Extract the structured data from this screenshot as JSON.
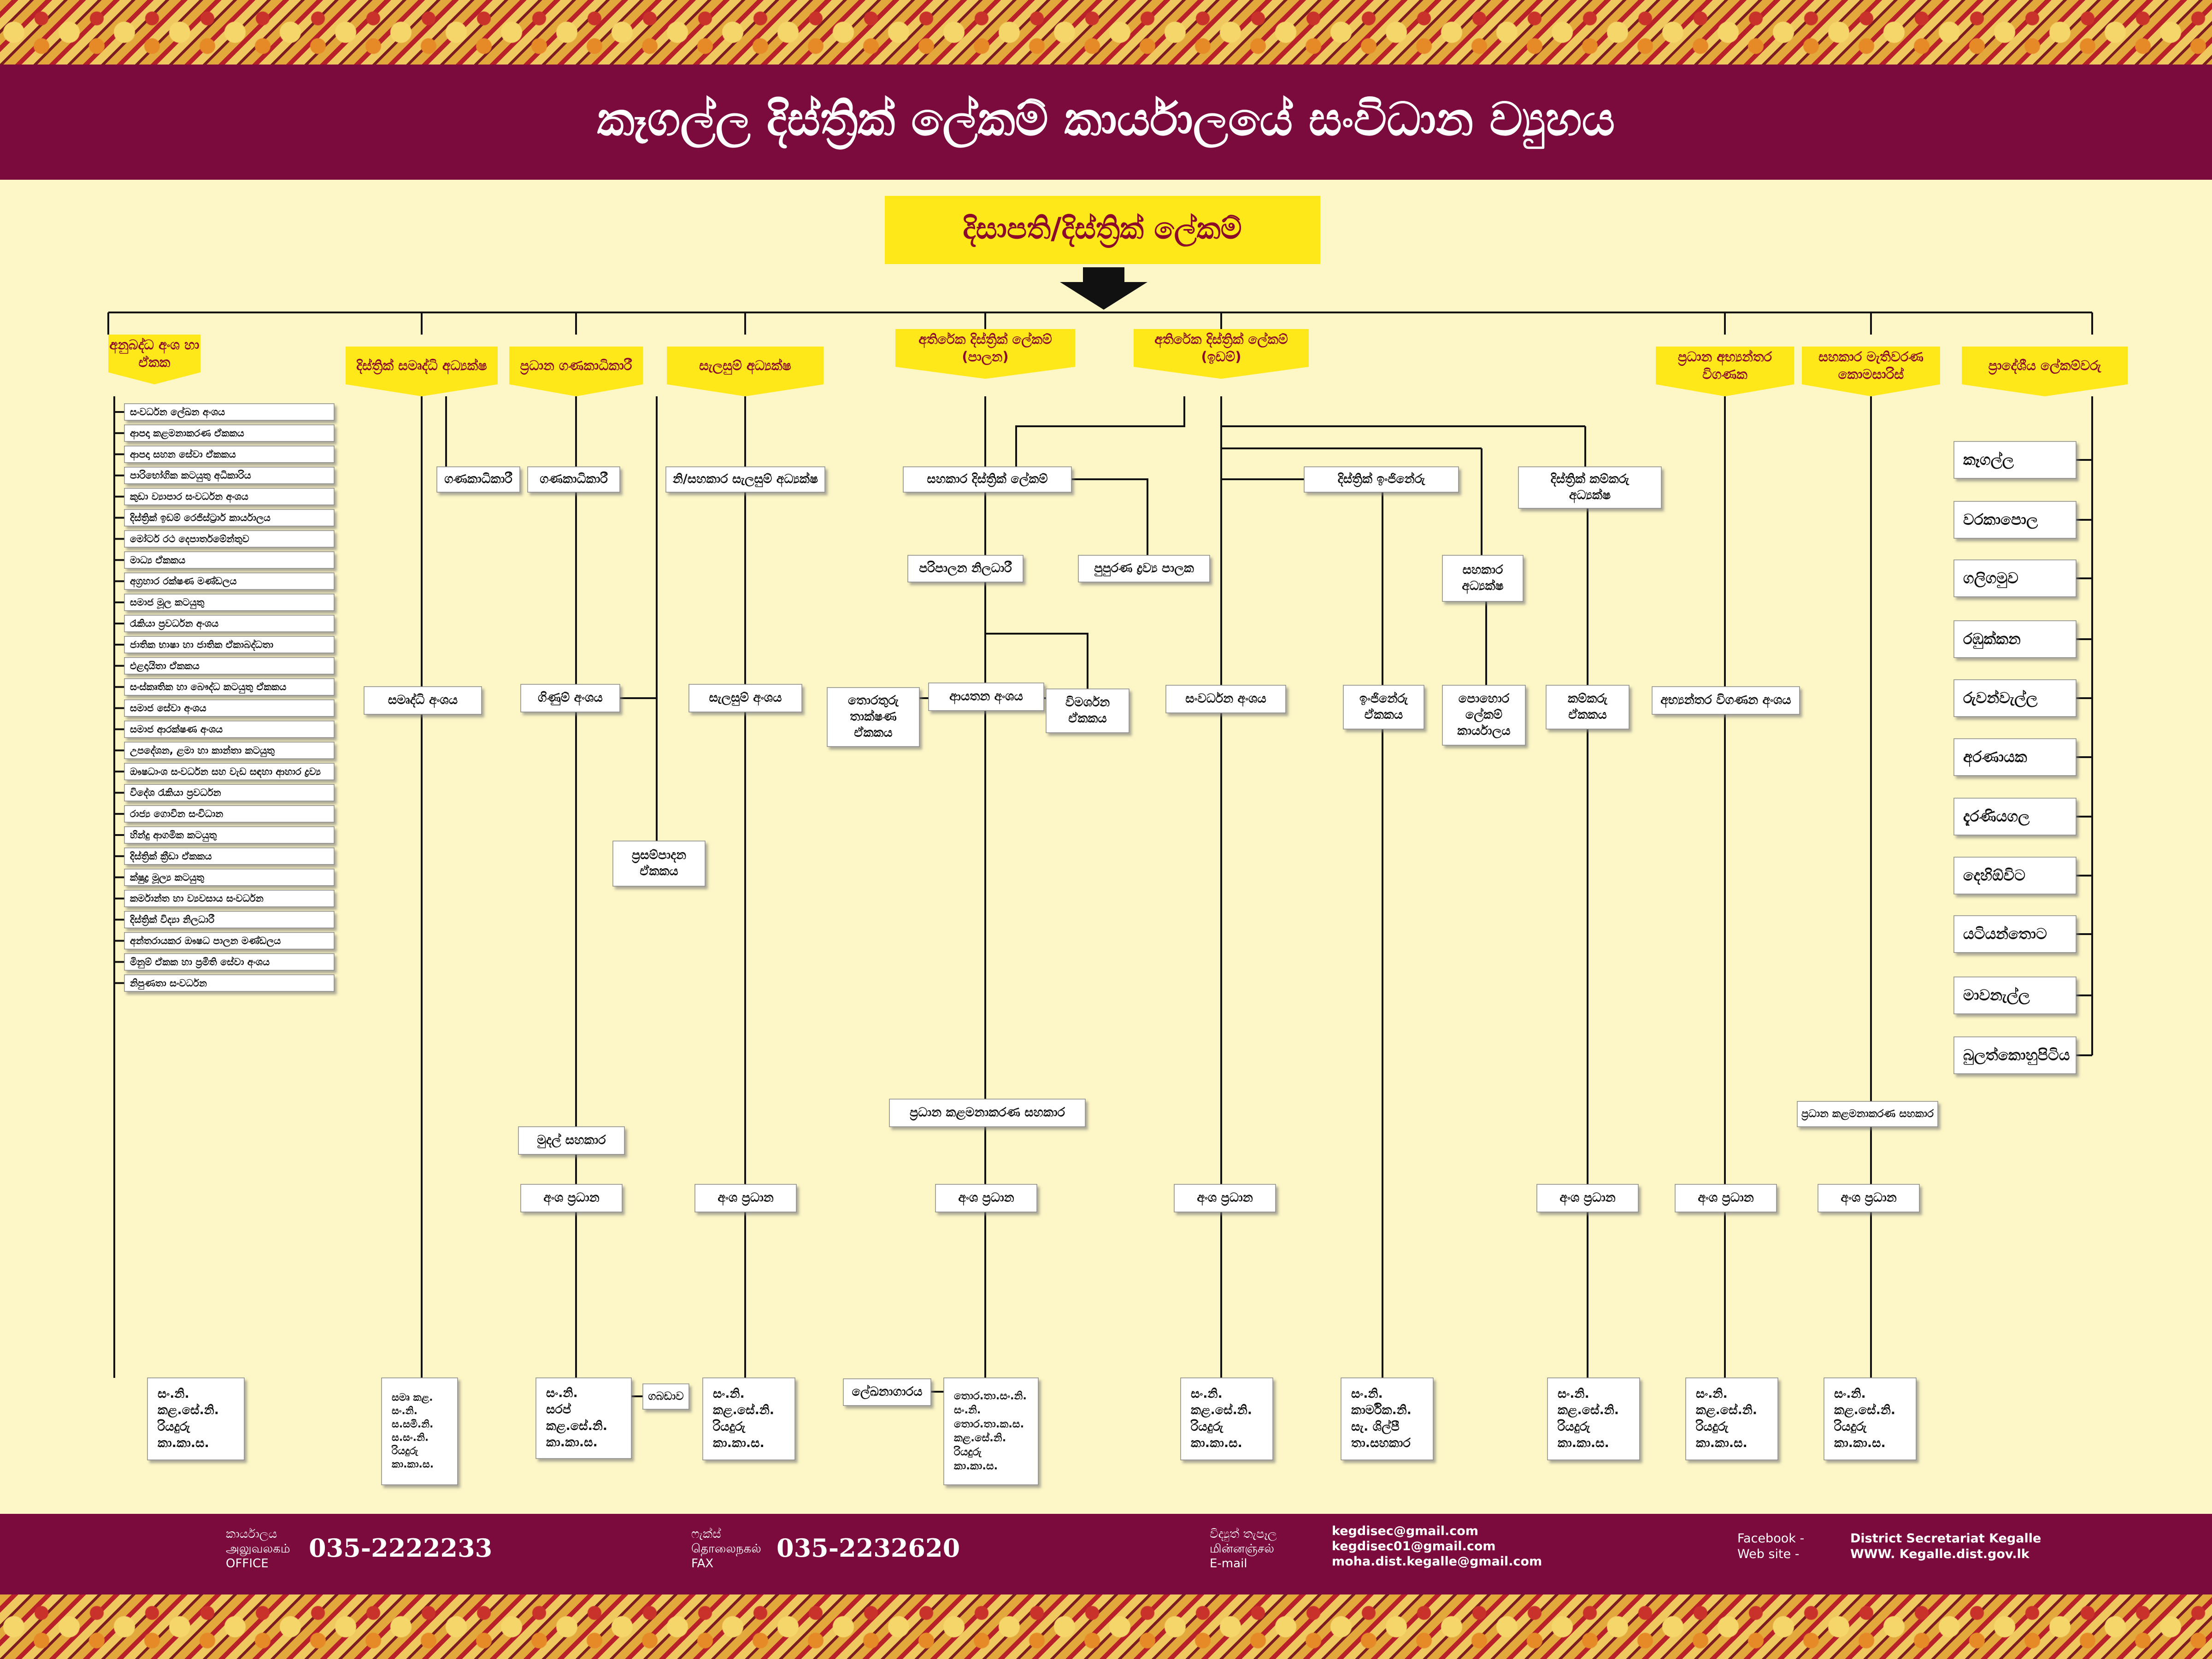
{
  "title": "කෑගල්ල දිස්ත්‍රික් ලේකම් කාර්යාලයේ සංවිධාන ව්‍යුහය",
  "top_box": "දිසාපති/දිස්ත්‍රික් ලේකම්",
  "heads": {
    "annex": [
      "අනුබද්ධ අංශ හා",
      "ඒකක"
    ],
    "samurdhi_dir": [
      "දිස්ත්‍රික් සමෘද්ධි අධ්‍යක්ෂ"
    ],
    "chief_acct": [
      "ප්‍රධාන ගණකාධිකාරී"
    ],
    "planning_dir": [
      "සැලසුම් අධ්‍යක්ෂ"
    ],
    "add_admin": [
      "අතිරේක දිස්ත්‍රික් ලේකම්",
      "(පාලන)"
    ],
    "add_land": [
      "අතිරේක දිස්ත්‍රික් ලේකම්",
      "(ඉඩම්)"
    ],
    "internal_audit": [
      "ප්‍රධාන අභ්‍යන්තර",
      "විගණක"
    ],
    "elections": [
      "සහකාර මැතිවරණ",
      "කොමසාරිස්"
    ],
    "divisional": [
      "ප්‍රාදේශීය ලේකම්වරු"
    ]
  },
  "annex_units": [
    "සංවර්ධන ලේඛන අංශය",
    "ආපදා කළමනාකරණ ඒකකය",
    "ආපදා සහන සේවා ඒකකය",
    "පාරිභෝගික කටයුතු අධිකාරිය",
    "කුඩා ව්‍යාපාර සංවර්ධන අංශය",
    "දිස්ත්‍රික් ඉඩම් රෙජිස්ට්‍රාර් කාර්යාලය",
    "මෝටර් රථ දෙපාර්තමේන්තුව",
    "මාධ්‍ය ඒකකය",
    "අග්‍රහාර රක්ෂණ මණ්ඩලය",
    "සමාජ මූල කටයුතු",
    "රැකියා ප්‍රවර්ධන අංශය",
    "ජාතික භාෂා හා ජාතික ඒකාබද්ධතා",
    "එළදායිතා ඒකකය",
    "සංස්කෘතික හා බෞද්ධ කටයුතු ඒකකය",
    "සමාජ සේවා අංශය",
    "සමාජ ආරක්ෂණ අංශය",
    "උපදේශන, ළමා හා කාන්තා කටයුතු",
    "ඖෂධාංශ සංවර්ධන සහ වැඩ සඳහා ආහාර ද්‍රව්‍ය",
    "විදේශ රැකියා ප්‍රවර්ධන",
    "රාජ්‍ය ගොවින සංවිධාන",
    "හින්දු ආගමික කටයුතු",
    "දිස්ත්‍රික් ක්‍රීඩා ඒකකය",
    "ක්ෂුද්‍ර මූල්‍ය කටයුතු",
    "කර්මාන්ත හා ව්‍යවසාය සංවර්ධන",
    "දිස්ත්‍රික් විද්‍යා නිලධාරී",
    "අන්තරායකර ඖෂධ පාලන මණ්ඩලය",
    "මිනුම් ඒකක හා ප්‍රමිති සේවා අංශය",
    "නිපුණතා සංවර්ධන"
  ],
  "divisions": [
    "කෑගල්ල",
    "වරකාපොල",
    "ගලිගමුව",
    "රඹුක්කන",
    "රුවන්වැල්ල",
    "අරණායක",
    "දැරණියගල",
    "දෙහිඕවිට",
    "යටියන්තොට",
    "මාවනැල්ල",
    "බුලත්කොහුපිටිය"
  ],
  "boxes": {
    "ganakadhikari_1": "ගණකාධිකාරී",
    "ganakadhikari_2": "ගණකාධිකාරී",
    "asst_planning": "නි/සහකාර සැලසුම් අධ්‍යක්ෂ",
    "asst_ds": "සහකාර දිස්ත්‍රික් ලේකම්",
    "admin_officer": "පරිපාලන නිලධාරී",
    "stores_admin": "පුපුරණ ද්‍රව්‍ය පාලක",
    "dist_engineer": "දිස්ත්‍රික් ඉංජිනේරු",
    "labour_dir": [
      "දිස්ත්‍රික් කම්කරු",
      "අධ්‍යක්ෂ"
    ],
    "asst_dir": [
      "සහකාර",
      "අධ්‍යක්ෂ"
    ],
    "samurdhi_div": "සමෘද්ධි අංශය",
    "accounts_div": "ගිණුම් අංශය",
    "planning_div": "සැලසුම් අංශය",
    "it_unit": [
      "තොරතුරු",
      "තාක්ෂණ",
      "ඒකකය"
    ],
    "establishment_div": "ආයතන අංශය",
    "inquiry_unit": [
      "විමර්ශන",
      "ඒකකය"
    ],
    "development_div": "සංවර්ධන අංශය",
    "engineering_unit": [
      "ඉංජිනේරු",
      "ඒකකය"
    ],
    "pohora_office": [
      "පොහොර",
      "ලේකම්",
      "කාර්යාලය"
    ],
    "labour_unit": [
      "කම්කරු",
      "ඒකකය"
    ],
    "internal_audit_div": "අභ්‍යන්තර විගණන අංශය",
    "procurement_unit": [
      "ප්‍රසම්පාදන",
      "ඒකකය"
    ],
    "cash_asst": "මුදල් සහකාර",
    "mgmt_asst_1": "ප්‍රධාන කළමනාකරණ සහකාර",
    "mgmt_asst_2": "ප්‍රධාන කළමනාකරණ සහකාර",
    "div_head": "අංශ ප්‍රධාන",
    "storekeeper": "ගබඩාව",
    "typist": "ලේඛනාගාරය"
  },
  "staff": {
    "annex": [
      "සං.නි.",
      "කළ.සේ.නි.",
      "රියදුරු",
      "කා.කා.ස."
    ],
    "samurdhi": [
      "සමෘ කළ.",
      "සං.නි.",
      "ස.සමි.නි.",
      "ස.සං.නි.",
      "රියදුරු",
      "කා.කා.ස."
    ],
    "accounts": [
      "සං.නි.",
      "සරප්",
      "කළ.සේ.නි.",
      "කා.කා.ස."
    ],
    "planning": [
      "සං.නි.",
      "කළ.සේ.නි.",
      "රියදුරු",
      "කා.කා.ස."
    ],
    "admin": [
      "තොර.තා.සං.නි.",
      "සං.නි.",
      "තොර.තා.ක.ස.",
      "කළ.සේ.නි.",
      "රියදුරු",
      "කා.කා.ස."
    ],
    "land": [
      "සං.නි.",
      "කළ.සේ.නි.",
      "රියදුරු",
      "කා.කා.ස."
    ],
    "engineer": [
      "සං.නි.",
      "කාර්මික.නි.",
      "සැ. ශිල්පී",
      "තා.සහකාර"
    ],
    "labour": [
      "සං.නි.",
      "කළ.සේ.නි.",
      "රියදුරු",
      "කා.කා.ස."
    ],
    "audit": [
      "සං.නි.",
      "කළ.සේ.නි.",
      "රියදුරු",
      "කා.කා.ස."
    ],
    "elections": [
      "සං.නි.",
      "කළ.සේ.නි.",
      "රියදුරු",
      "කා.කා.ස."
    ]
  },
  "footer": {
    "office_label": [
      "කාර්යාලය",
      "அலுவலகம்",
      "OFFICE"
    ],
    "office_phone": "035-2222233",
    "fax_label": [
      "ෆැක්ස්",
      "தொலைநகல்",
      "FAX"
    ],
    "fax_phone": "035-2232620",
    "email_label": [
      "විද්‍යුත් තැපෑල",
      "மின்னஞ்சல்",
      "E-mail"
    ],
    "emails": [
      "kegdisec@gmail.com",
      "kegdisec01@gmail.com",
      "moha.dist.kegalle@gmail.com"
    ],
    "facebook_label": "Facebook -",
    "web_label": "Web site   -",
    "facebook": "District Secretariat Kegalle",
    "website": "WWW. Kegalle.dist.gov.lk"
  },
  "colors": {
    "band": "#7b0b3c",
    "background": "#fdf6c6",
    "yellow": "#ffe81a",
    "title_text": "#8b0a2a"
  }
}
